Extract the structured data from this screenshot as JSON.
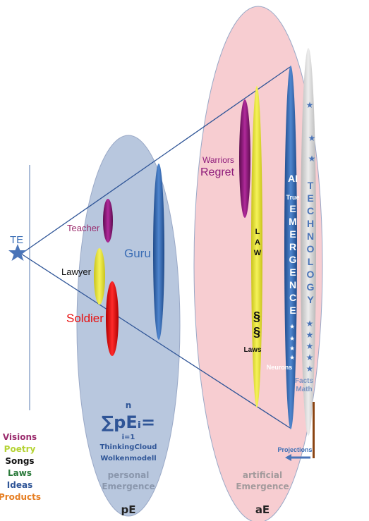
{
  "left": {
    "te_label": "TE",
    "categories": [
      {
        "label": "Visions",
        "color": "#9b2d6e"
      },
      {
        "label": "Poetry",
        "color": "#b5d334"
      },
      {
        "label": "Songs",
        "color": "#111111"
      },
      {
        "label": "Laws",
        "color": "#2a7a3a"
      },
      {
        "label": "Ideas",
        "color": "#2f5597"
      },
      {
        "label": "Products",
        "color": "#e67e22"
      }
    ]
  },
  "pe": {
    "teacher": "Teacher",
    "lawyer": "Lawyer",
    "soldier": "Soldier",
    "guru": "Guru",
    "sum_top": "n",
    "sum_main": "∑pEᵢ=",
    "sum_bottom": "i=1",
    "line1": "ThinkingCloud",
    "line2": "Wolkenmodell",
    "emergence1": "personal",
    "emergence2": "Emergence",
    "short": "pE"
  },
  "ae": {
    "warriors": "Warriors",
    "regret": "Regret",
    "law_letters": [
      "L",
      "A",
      "W"
    ],
    "section1": "§",
    "section2": "§",
    "laws": "Laws",
    "ai": "AI",
    "true": "True",
    "emergence_letters": [
      "E",
      "M",
      "E",
      "R",
      "G",
      "E",
      "N",
      "C",
      "E"
    ],
    "neurons": "Neurons",
    "facts": "Facts",
    "math": "Math",
    "technology_letters": [
      "T",
      "E",
      "C",
      "H",
      "N",
      "O",
      "L",
      "O",
      "G",
      "Y"
    ],
    "projections": "Projections",
    "emergence1": "artificial",
    "emergence2": "Emergence",
    "short": "aE"
  },
  "colors": {
    "pe_ellipse": "#b8c7de",
    "ae_ellipse": "#f7cdd1",
    "blue": "#3a6db5",
    "purple": "#8e1a7a",
    "yellow": "#e8e430",
    "red": "#e81010",
    "gray": "#cfcfcf"
  }
}
